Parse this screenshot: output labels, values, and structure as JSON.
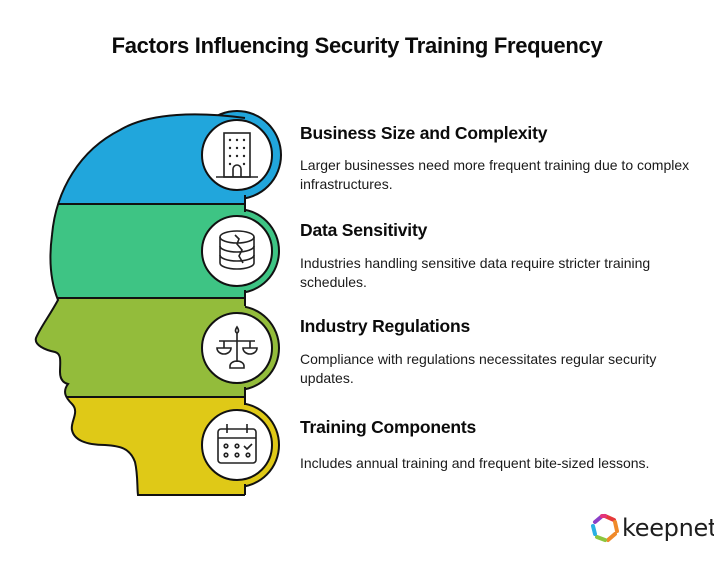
{
  "title": "Factors Influencing Security Training Frequency",
  "factors": [
    {
      "heading": "Business Size and Complexity",
      "description": "Larger businesses need more frequent training due to complex infrastructures.",
      "icon": "office-building-icon",
      "color": "#21a6dc"
    },
    {
      "heading": "Data Sensitivity",
      "description": "Industries handling sensitive data require stricter training schedules.",
      "icon": "cracked-database-icon",
      "color": "#3ec484"
    },
    {
      "heading": "Industry Regulations",
      "description": "Compliance with regulations necessitates regular security updates.",
      "icon": "scales-of-justice-icon",
      "color": "#93bc3b"
    },
    {
      "heading": "Training Components",
      "description": "Includes annual training and frequent bite-sized lessons.",
      "icon": "calendar-check-icon",
      "color": "#dfc917"
    }
  ],
  "brand": {
    "name": "keepnet",
    "logo_colors": [
      "#e53a3a",
      "#f08a2a",
      "#8cc63f",
      "#2ab0e4",
      "#8c3fc7",
      "#e4337a"
    ]
  }
}
